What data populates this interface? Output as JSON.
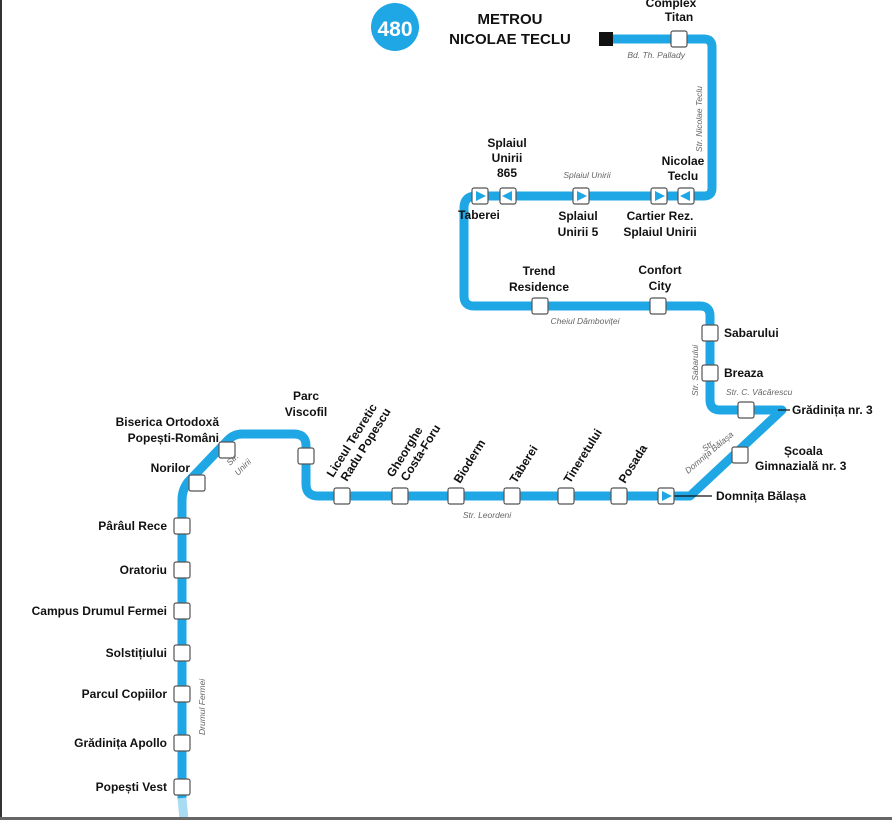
{
  "route": {
    "number": "480",
    "terminus_line1": "METROU",
    "terminus_line2": "NICOLAE TECLU",
    "color": "#1ea7e4",
    "faded_color": "#a9dbf3"
  },
  "stops": {
    "complex_titan": [
      "Complex",
      "Titan"
    ],
    "splaiul_unirii_865": [
      "Splaiul",
      "Unirii",
      "865"
    ],
    "nicolae_teclu": [
      "Nicolae",
      "Teclu"
    ],
    "taberei_top": [
      "Taberei"
    ],
    "splaiul_unirii_5": [
      "Splaiul",
      "Unirii 5"
    ],
    "cartier_rez": [
      "Cartier Rez.",
      "Splaiul Unirii"
    ],
    "trend_residence": [
      "Trend",
      "Residence"
    ],
    "confort_city": [
      "Confort",
      "City"
    ],
    "sabarului": [
      "Sabarului"
    ],
    "breaza": [
      "Breaza"
    ],
    "gradinita_nr3": [
      "Grădinița nr. 3"
    ],
    "scoala_gimnaziala": [
      "Școala",
      "Gimnazială nr. 3"
    ],
    "domnita_balasa": [
      "Domnița Bălașa"
    ],
    "posada": [
      "Posada"
    ],
    "tineretului": [
      "Tineretului"
    ],
    "taberei_bottom": [
      "Taberei"
    ],
    "bioderm": [
      "Bioderm"
    ],
    "gheorghe_costa_foru": [
      "Gheorghe",
      "Costa-Foru"
    ],
    "liceul_teoretic": [
      "Liceul Teoretic",
      "Radu Popescu"
    ],
    "parc_viscofil": [
      "Parc",
      "Viscofil"
    ],
    "biserica_ortodoxa": [
      "Biserica Ortodoxă",
      "Popești-Români"
    ],
    "norilor": [
      "Norilor"
    ],
    "paraul_rece": [
      "Pârâul Rece"
    ],
    "oratoriu": [
      "Oratoriu"
    ],
    "campus_drumul_fermei": [
      "Campus Drumul Fermei"
    ],
    "solstitiului": [
      "Solstițiului"
    ],
    "parcul_copiilor": [
      "Parcul Copiilor"
    ],
    "gradinita_apollo": [
      "Grădinița Apollo"
    ],
    "popesti_vest": [
      "Popești Vest"
    ]
  },
  "streets": {
    "bd_th_pallady": "Bd. Th. Pallady",
    "str_nicolae_teclu": "Str. Nicolae Teclu",
    "splaiul_unirii": "Splaiul Unirii",
    "cheiul_dambovitei": "Cheiul Dâmboviței",
    "str_sabarului": "Str. Sabarului",
    "str_c_vacarescu": "Str. C. Văcărescu",
    "str_domnita_balasa": [
      "Str.",
      "Domnița Bălașa"
    ],
    "str_leordeni": "Str. Leordeni",
    "str_unirii": [
      "Str.",
      "Unirii"
    ],
    "drumul_fermei": "Drumul Fermei"
  }
}
